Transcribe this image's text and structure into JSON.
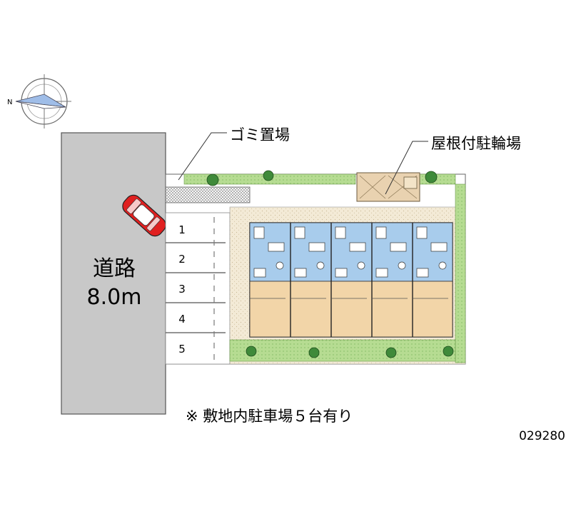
{
  "road": {
    "name": "道路",
    "width": "8.0m"
  },
  "labels": {
    "garbage": "ゴミ置場",
    "bike_shelter": "屋根付駐輪場"
  },
  "parking": {
    "spaces": [
      "1",
      "2",
      "3",
      "4",
      "5"
    ]
  },
  "note": "※ 敷地内駐車場５台有り",
  "code": "029280",
  "compass": {
    "north": "N"
  },
  "colors": {
    "road": "#c8c8c8",
    "building_blue": "#a8ccec",
    "building_tan": "#f2d5a8",
    "grass": "#b6dc92",
    "gravel": "#f3ead6",
    "car": "#e02020"
  }
}
